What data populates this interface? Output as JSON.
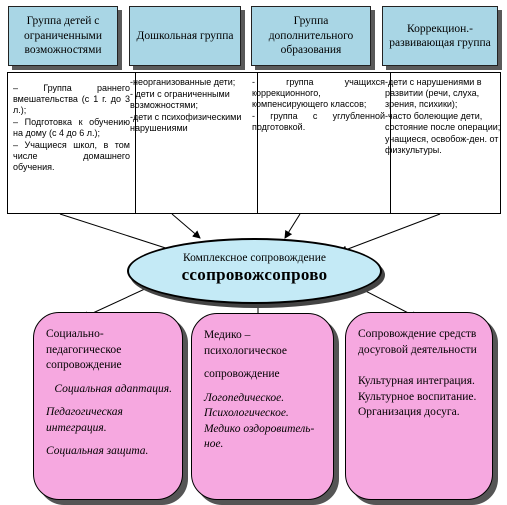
{
  "groups": [
    {
      "label": "Группа детей с ограниченными возможностями"
    },
    {
      "label": "Дошкольная группа"
    },
    {
      "label": "Группа дополнительного образования"
    },
    {
      "label": "Коррекцион.-развивающая группа"
    }
  ],
  "descriptions": [
    {
      "lines": [
        "– Группа раннего вмешательства (с 1 г. до 3 л.);",
        "– Подготовка к обучению на дому (с 4 до 6 л.);",
        "– Учащиеся школ, в том числе домашнего обучения."
      ]
    },
    {
      "lines": [
        "-неорганизованные дети;",
        "- дети с ограниченными возможностями;",
        "-дети с психофизическими нарушениями"
      ]
    },
    {
      "lines": [
        "- группа учащихся коррекционного, компенсирующего классов;",
        "- группа с углубленной подготовкой."
      ]
    },
    {
      "lines": [
        "-дети с нарушениями в развитии (речи, слуха, зрения, психики);",
        "-часто болеющие дети, состояние после операции;",
        "учащиеся, освобож-ден. от физкультуры."
      ]
    }
  ],
  "center": {
    "title": "Комплексное сопровождение",
    "subtitle": "ссопровожсопрово"
  },
  "support": [
    {
      "heading": "Социально-педагогическое сопровождение",
      "items": [
        "Социальная адаптация.",
        "Педагогическая интеграция.",
        "Социальная защита."
      ]
    },
    {
      "heading": "Медико – психологическое",
      "heading2": "сопровождение",
      "items": [
        "Логопедическое.",
        "Психологическое.",
        "Медико оздоровитель-ное."
      ]
    },
    {
      "heading": "Сопровождение средств досуговой деятельности",
      "items": [
        "Культурная интеграция.",
        "Культурное воспитание.",
        "Организация досуга."
      ]
    }
  ]
}
